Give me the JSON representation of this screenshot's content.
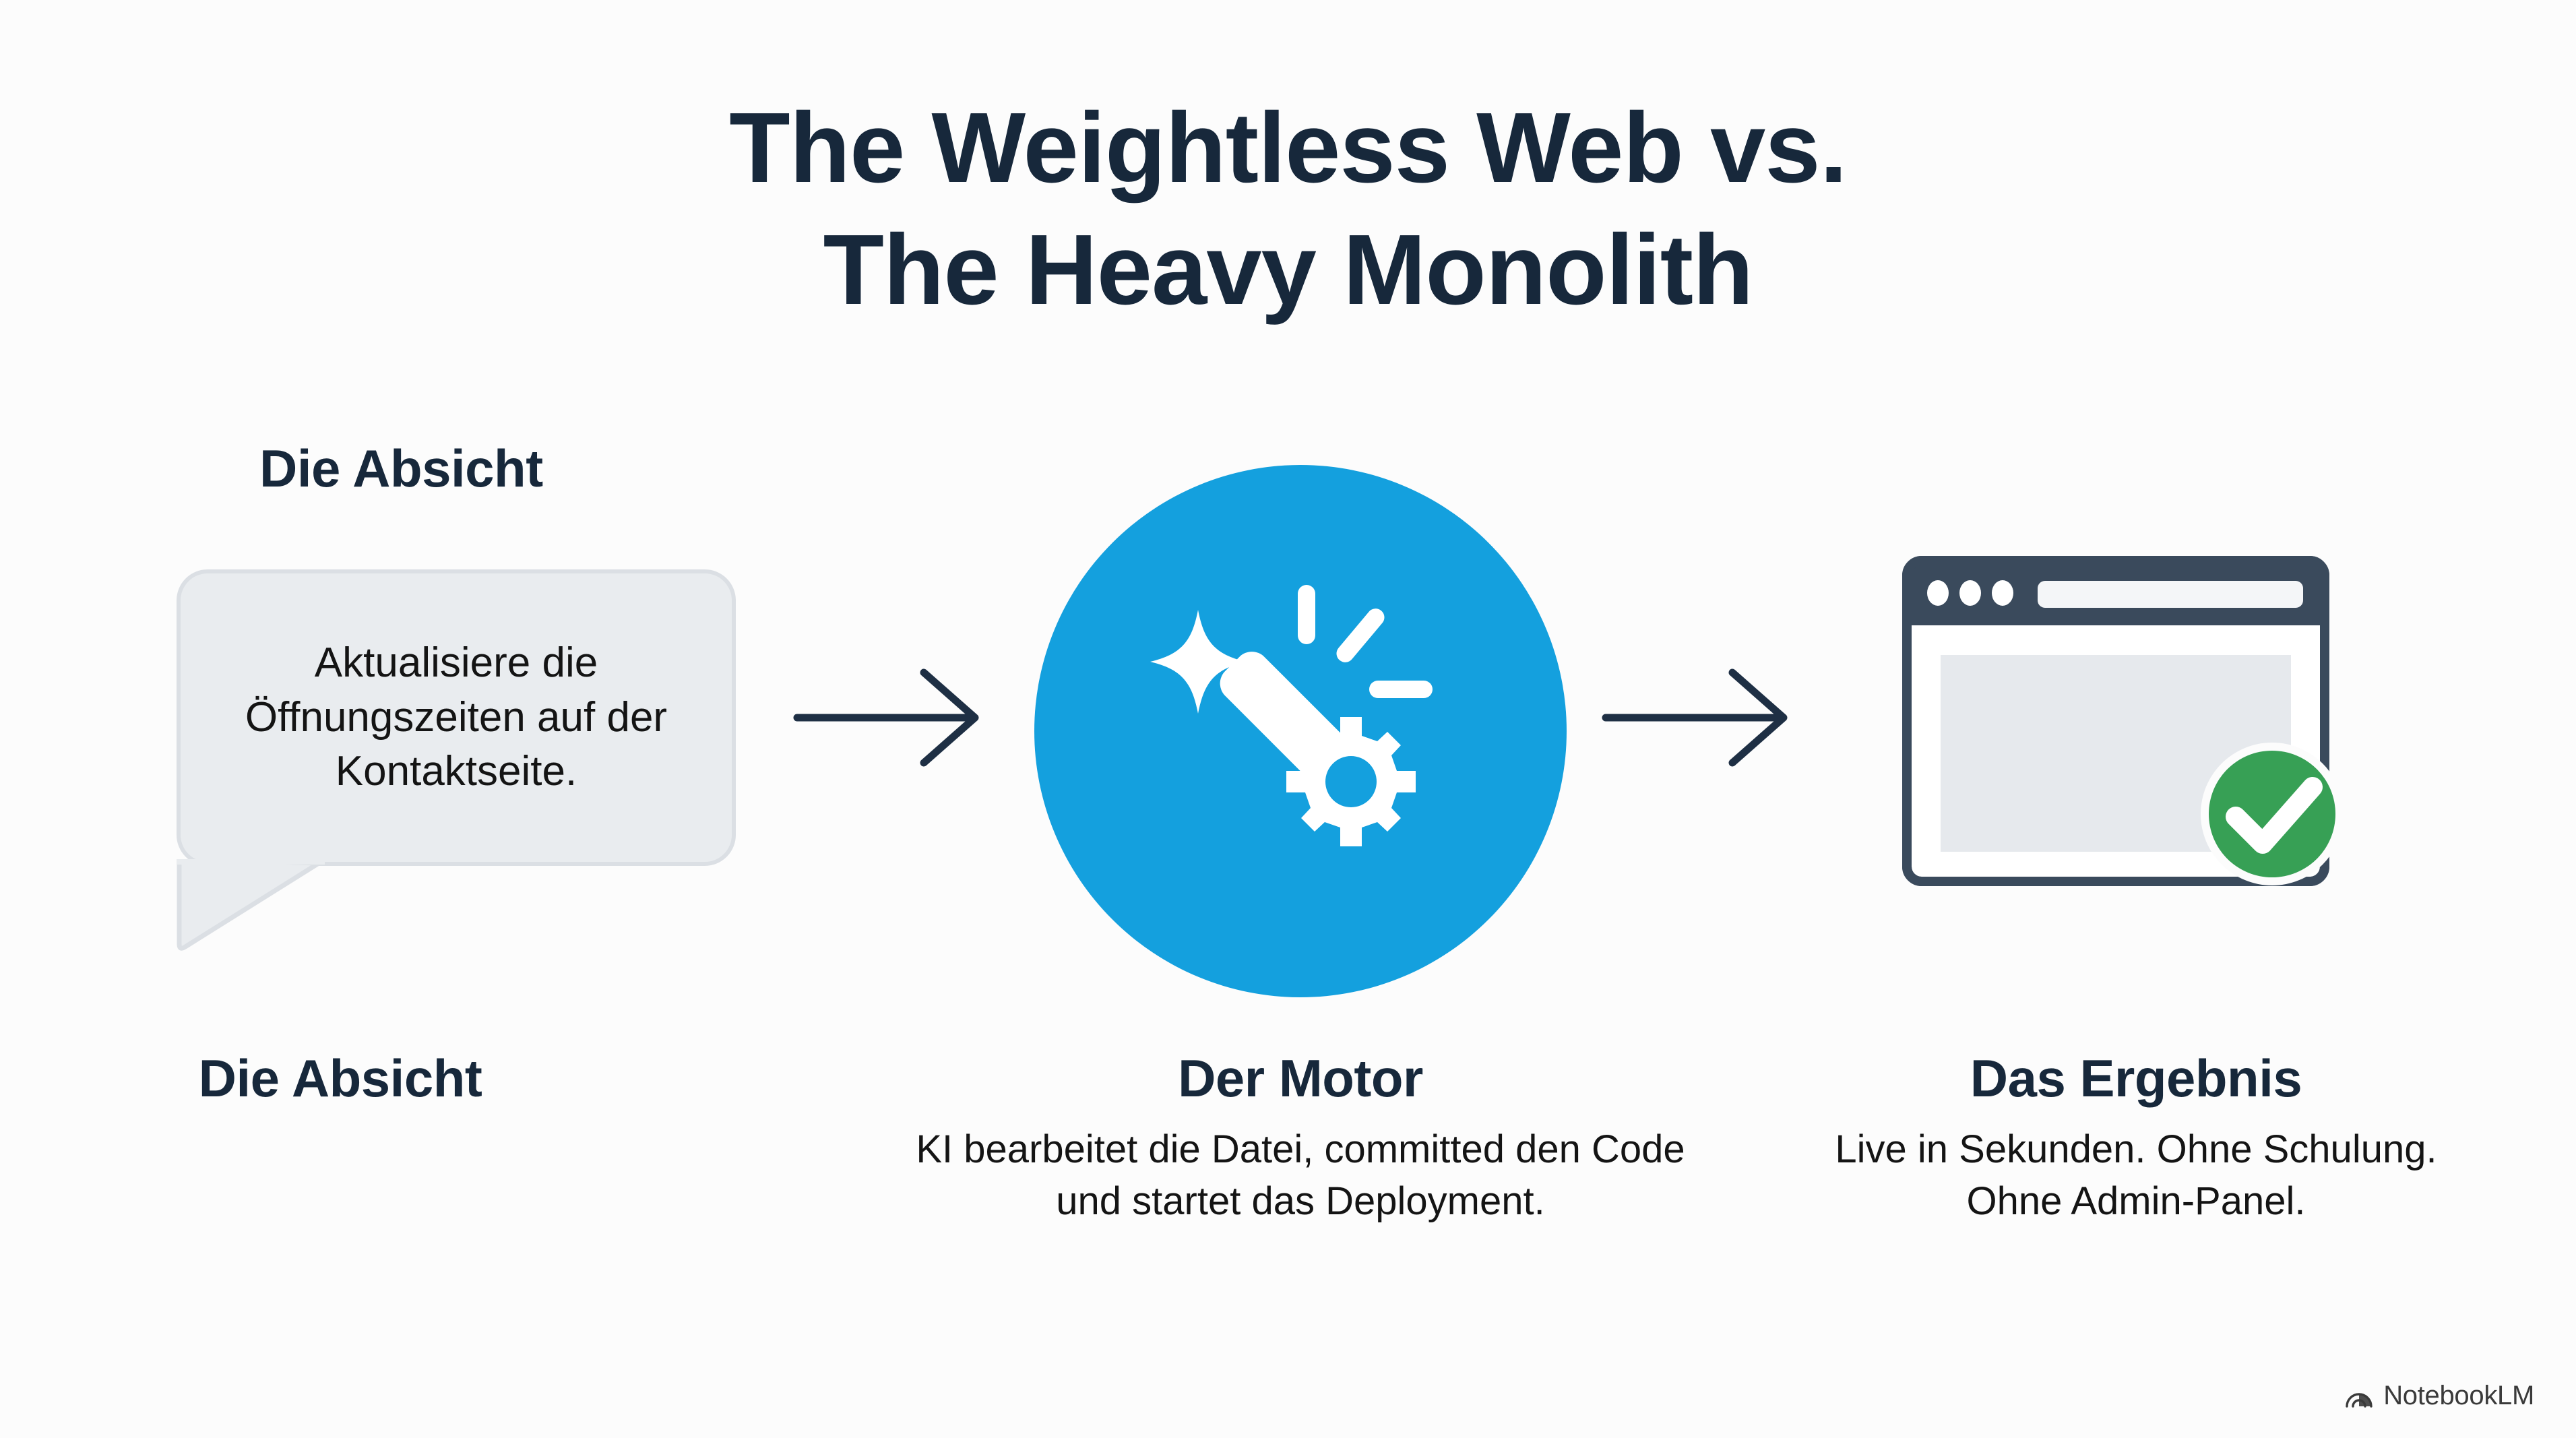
{
  "title": {
    "line1": "The Weightless Web vs.",
    "line2": "The Heavy Monolith"
  },
  "colors": {
    "background": "#FCFCFC",
    "navy": "#17283B",
    "browser_frame": "#3A4A5C",
    "accent_blue": "#14A0DE",
    "success_green": "#37A055",
    "bubble_fill": "#E9ECEF",
    "bubble_border": "#DBDFE4"
  },
  "steps": {
    "intent": {
      "heading_top": "Die Absicht",
      "bubble_text": "Aktualisiere die Öffnungszeiten auf der Kontaktseite.",
      "caption_title": "Die Absicht",
      "caption_body": ""
    },
    "engine": {
      "icon": "magic-wand-gear-icon",
      "caption_title": "Der Motor",
      "caption_body": "KI bearbeitet die Datei, committed den Code und startet das Deployment."
    },
    "result": {
      "icon": "browser-window-success-icon",
      "caption_title": "Das Ergebnis",
      "caption_body": "Live in Sekunden. Ohne Schulung. Ohne Admin-Panel."
    }
  },
  "connectors": [
    {
      "name": "arrow-intent-to-engine",
      "direction": "right"
    },
    {
      "name": "arrow-engine-to-result",
      "direction": "right"
    }
  ],
  "watermark": {
    "label": "NotebookLM",
    "icon": "notebooklm-logo-icon"
  }
}
